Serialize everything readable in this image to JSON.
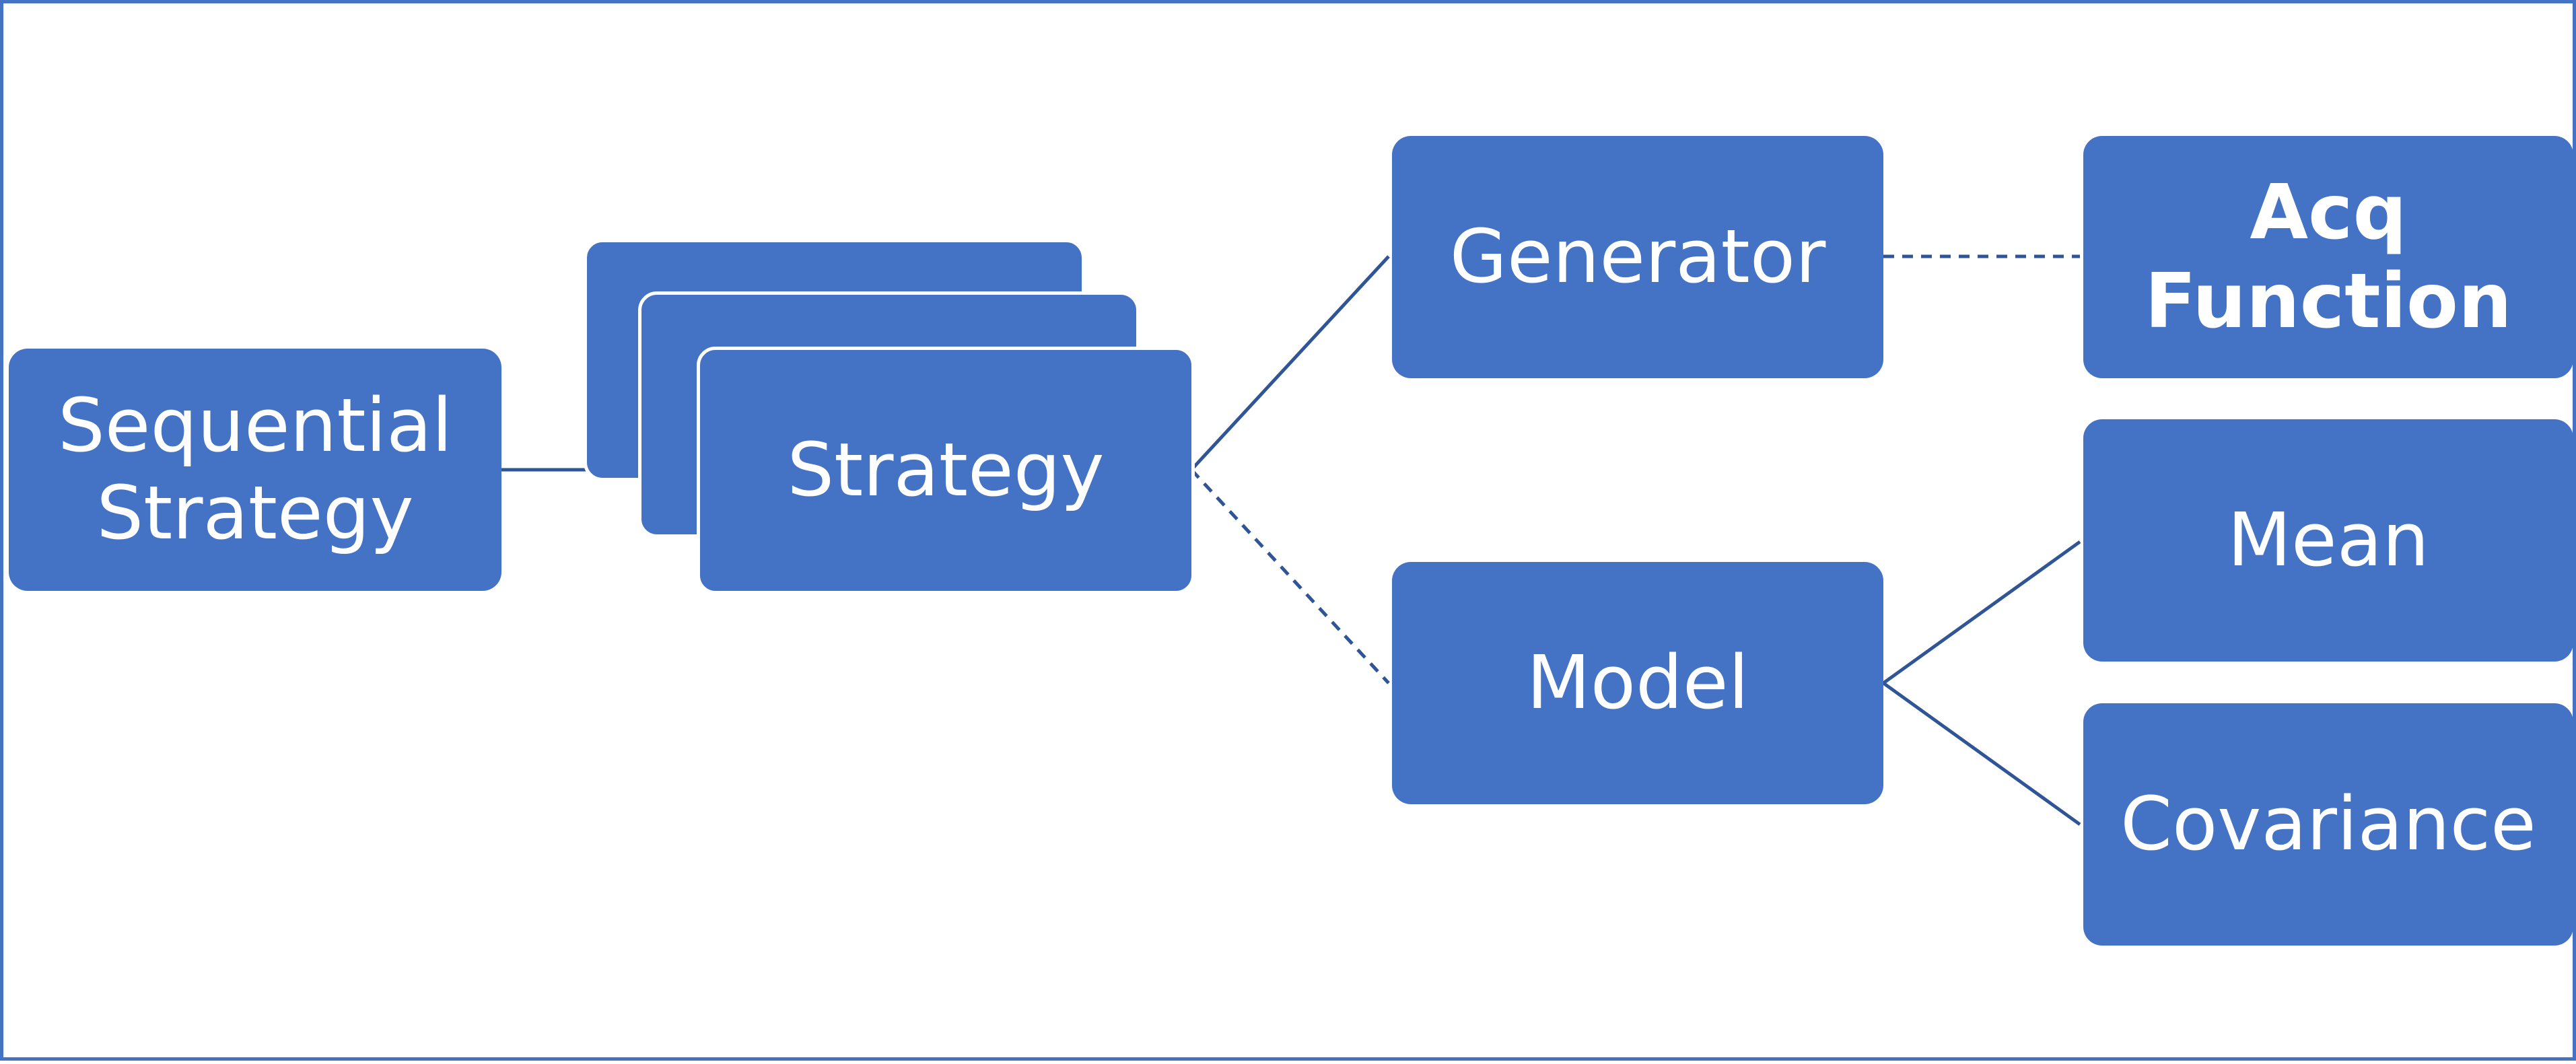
{
  "colors": {
    "box_fill": "#4472C4",
    "box_text": "#FFFFFF",
    "frame": "#4472C4",
    "connector": "#2F5597"
  },
  "nodes": {
    "sequential_strategy": {
      "line1": "Sequential",
      "line2": "Strategy"
    },
    "strategy": "Strategy",
    "generator": "Generator",
    "model": "Model",
    "acq_function": "Acq Function",
    "mean": "Mean",
    "covariance": "Covariance"
  },
  "edges": [
    {
      "from": "sequential_strategy",
      "to": "strategy",
      "style": "solid"
    },
    {
      "from": "strategy",
      "to": "generator",
      "style": "solid"
    },
    {
      "from": "strategy",
      "to": "model",
      "style": "dashed"
    },
    {
      "from": "generator",
      "to": "acq_function",
      "style": "dashed"
    },
    {
      "from": "model",
      "to": "mean",
      "style": "solid"
    },
    {
      "from": "model",
      "to": "covariance",
      "style": "solid"
    }
  ]
}
